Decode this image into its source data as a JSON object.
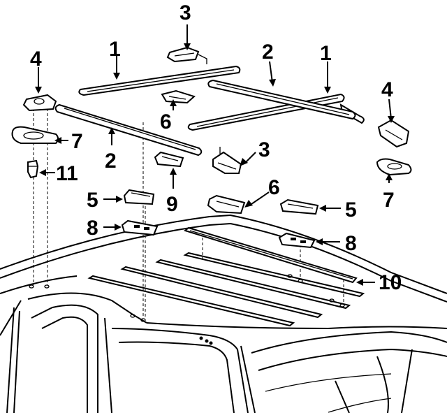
{
  "callouts": {
    "c1a": "1",
    "c1b": "1",
    "c2a": "2",
    "c2b": "2",
    "c3a": "3",
    "c3b": "3",
    "c4a": "4",
    "c4b": "4",
    "c5a": "5",
    "c5b": "5",
    "c6a": "6",
    "c6b": "6",
    "c7a": "7",
    "c7b": "7",
    "c8a": "8",
    "c8b": "8",
    "c9": "9",
    "c10": "10",
    "c11": "11"
  }
}
